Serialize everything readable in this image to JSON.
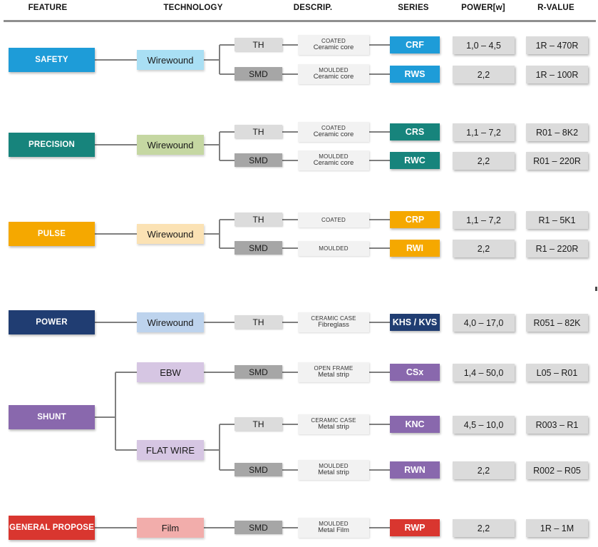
{
  "palette": {
    "th": "#DCDCDC",
    "smd": "#A6A6A6",
    "descrip_bg": "#F2F2F2",
    "value_bg": "#DBDBDB",
    "connector": "#7F7F7F"
  },
  "header": {
    "feature": "FEATURE",
    "technology": "TECHNOLOGY",
    "descrip": "DESCRIP.",
    "series": "SERIES",
    "power": "POWER[w]",
    "rvalue": "R-VALUE"
  },
  "groups": [
    {
      "feature": {
        "label": "SAFETY",
        "color": "#1E9CD8"
      },
      "technologies": [
        {
          "label": "Wirewound",
          "color": "#A9DFF4",
          "rows": [
            {
              "mount": "TH",
              "mount_color": "#DCDCDC",
              "desc1": "COATED",
              "desc2": "Ceramic core",
              "series": "CRF",
              "series_color": "#1E9CD8",
              "power": "1,0 – 4,5",
              "rvalue": "1R – 470R"
            },
            {
              "mount": "SMD",
              "mount_color": "#A6A6A6",
              "desc1": "MOULDED",
              "desc2": "Ceramic core",
              "series": "RWS",
              "series_color": "#1E9CD8",
              "power": "2,2",
              "rvalue": "1R – 100R"
            }
          ]
        }
      ]
    },
    {
      "feature": {
        "label": "PRECISION",
        "color": "#17847C"
      },
      "technologies": [
        {
          "label": "Wirewound",
          "color": "#C5D7A2",
          "rows": [
            {
              "mount": "TH",
              "mount_color": "#DCDCDC",
              "desc1": "COATED",
              "desc2": "Ceramic core",
              "series": "CRS",
              "series_color": "#17847C",
              "power": "1,1 – 7,2",
              "rvalue": "R01 – 8K2"
            },
            {
              "mount": "SMD",
              "mount_color": "#A6A6A6",
              "desc1": "MOULDED",
              "desc2": "Ceramic core",
              "series": "RWC",
              "series_color": "#17847C",
              "power": "2,2",
              "rvalue": "R01 – 220R"
            }
          ]
        }
      ]
    },
    {
      "feature": {
        "label": "PULSE",
        "color": "#F5A800"
      },
      "technologies": [
        {
          "label": "Wirewound",
          "color": "#FBE2B4",
          "rows": [
            {
              "mount": "TH",
              "mount_color": "#DCDCDC",
              "desc1": "COATED",
              "desc2": "",
              "series": "CRP",
              "series_color": "#F5A800",
              "power": "1,1 – 7,2",
              "rvalue": "R1 – 5K1"
            },
            {
              "mount": "SMD",
              "mount_color": "#A6A6A6",
              "desc1": "MOULDED",
              "desc2": "",
              "series": "RWI",
              "series_color": "#F5A800",
              "power": "2,2",
              "rvalue": "R1 – 220R"
            }
          ]
        }
      ]
    },
    {
      "feature": {
        "label": "POWER",
        "color": "#203D72"
      },
      "technologies": [
        {
          "label": "Wirewound",
          "color": "#BDD3ED",
          "rows": [
            {
              "mount": "TH",
              "mount_color": "#DCDCDC",
              "desc1": "CERAMIC CASE",
              "desc2": "Fibreglass",
              "series": "KHS / KVS",
              "series_color": "#203D72",
              "power": "4,0 – 17,0",
              "rvalue": "R051 – 82K"
            }
          ]
        }
      ]
    },
    {
      "feature": {
        "label": "SHUNT",
        "color": "#8968AD"
      },
      "technologies": [
        {
          "label": "EBW",
          "color": "#D6C6E3",
          "rows": [
            {
              "mount": "SMD",
              "mount_color": "#A6A6A6",
              "desc1": "OPEN FRAME",
              "desc2": "Metal strip",
              "series": "CSx",
              "series_color": "#8968AD",
              "power": "1,4 – 50,0",
              "rvalue": "L05 – R01"
            }
          ]
        },
        {
          "label": "FLAT WIRE",
          "color": "#D6C6E3",
          "rows": [
            {
              "mount": "TH",
              "mount_color": "#DCDCDC",
              "desc1": "CERAMIC CASE",
              "desc2": "Metal strip",
              "series": "KNC",
              "series_color": "#8968AD",
              "power": "4,5 – 10,0",
              "rvalue": "R003 – R1"
            },
            {
              "mount": "SMD",
              "mount_color": "#A6A6A6",
              "desc1": "MOULDED",
              "desc2": "Metal strip",
              "series": "RWN",
              "series_color": "#8968AD",
              "power": "2,2",
              "rvalue": "R002 – R05"
            }
          ]
        }
      ]
    },
    {
      "feature": {
        "label": "GENERAL PROPOSE",
        "color": "#D9362F"
      },
      "technologies": [
        {
          "label": "Film",
          "color": "#F2ADAB",
          "rows": [
            {
              "mount": "SMD",
              "mount_color": "#A6A6A6",
              "desc1": "MOULDED",
              "desc2": "Metal Film",
              "series": "RWP",
              "series_color": "#D9362F",
              "power": "2,2",
              "rvalue": "1R – 1M"
            }
          ]
        }
      ]
    }
  ]
}
